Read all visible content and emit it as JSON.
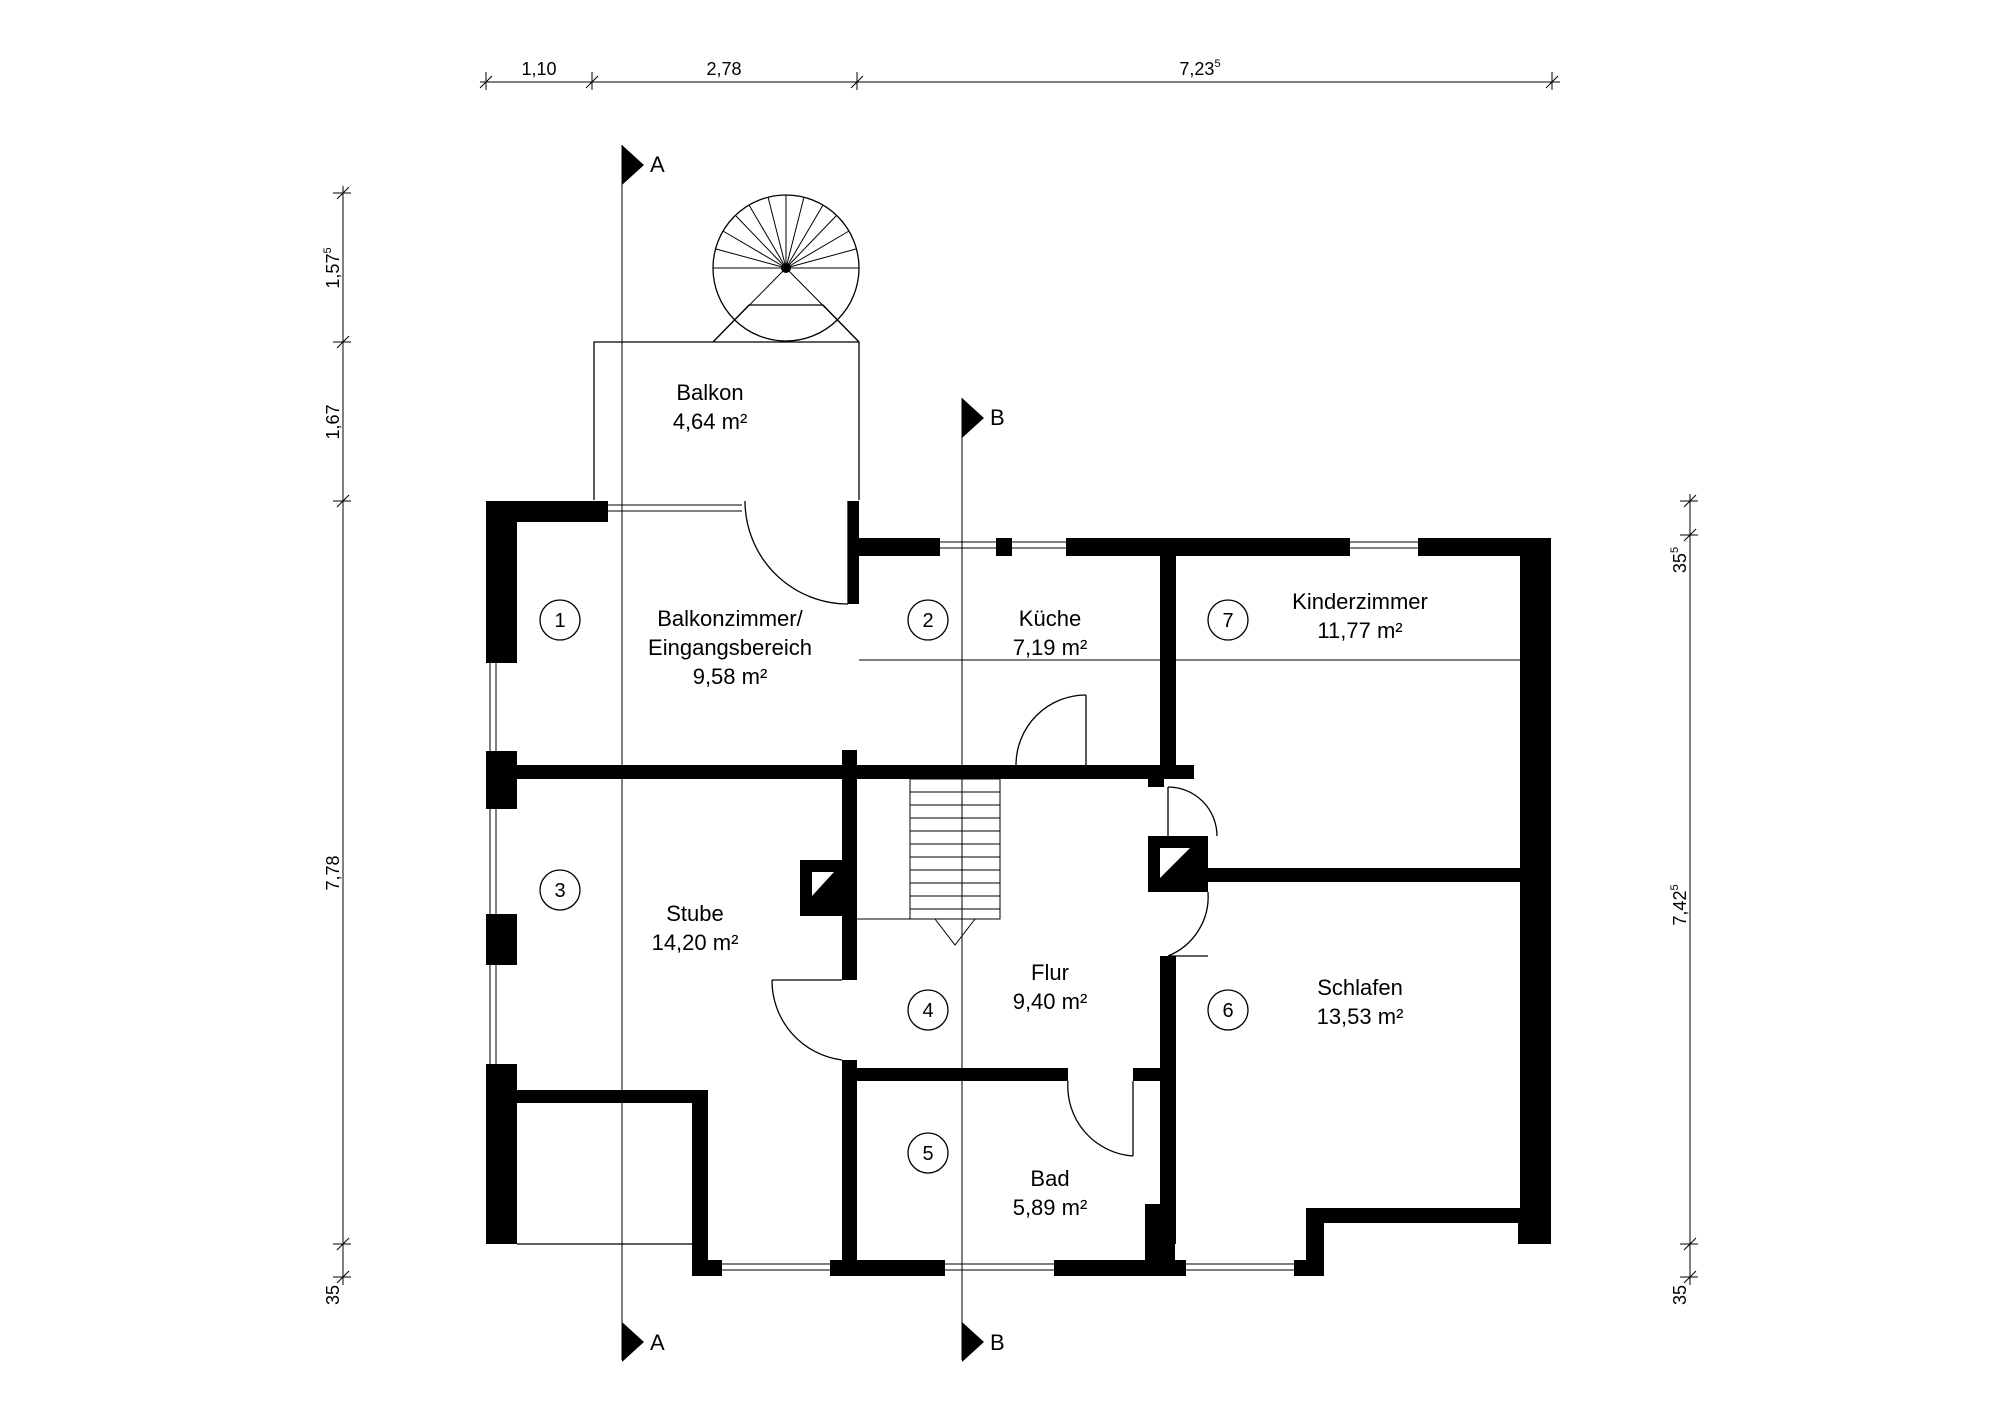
{
  "rooms": {
    "balkon": {
      "name": "Balkon",
      "area": "4,64 m²"
    },
    "balkonzimmer": {
      "number": "1",
      "name_line1": "Balkonzimmer/",
      "name_line2": "Eingangsbereich",
      "area": "9,58 m²"
    },
    "kueche": {
      "number": "2",
      "name": "Küche",
      "area": "7,19 m²"
    },
    "stube": {
      "number": "3",
      "name": "Stube",
      "area": "14,20 m²"
    },
    "flur": {
      "number": "4",
      "name": "Flur",
      "area": "9,40 m²"
    },
    "bad": {
      "number": "5",
      "name": "Bad",
      "area": "5,89 m²"
    },
    "schlafen": {
      "number": "6",
      "name": "Schlafen",
      "area": "13,53 m²"
    },
    "kinderzimmer": {
      "number": "7",
      "name": "Kinderzimmer",
      "area": "11,77 m²"
    }
  },
  "dimensions": {
    "top": [
      {
        "value": "1,10",
        "sup": ""
      },
      {
        "value": "2,78",
        "sup": ""
      },
      {
        "value": "7,23",
        "sup": "5"
      }
    ],
    "left": [
      {
        "value": "1,57",
        "sup": "5"
      },
      {
        "value": "1,67",
        "sup": ""
      },
      {
        "value": "7,78",
        "sup": ""
      },
      {
        "value": "35",
        "sup": ""
      }
    ],
    "right": [
      {
        "value": "35",
        "sup": "5"
      },
      {
        "value": "7,42",
        "sup": "5"
      },
      {
        "value": "35",
        "sup": ""
      }
    ]
  },
  "sections": {
    "a": "A",
    "b": "B"
  }
}
